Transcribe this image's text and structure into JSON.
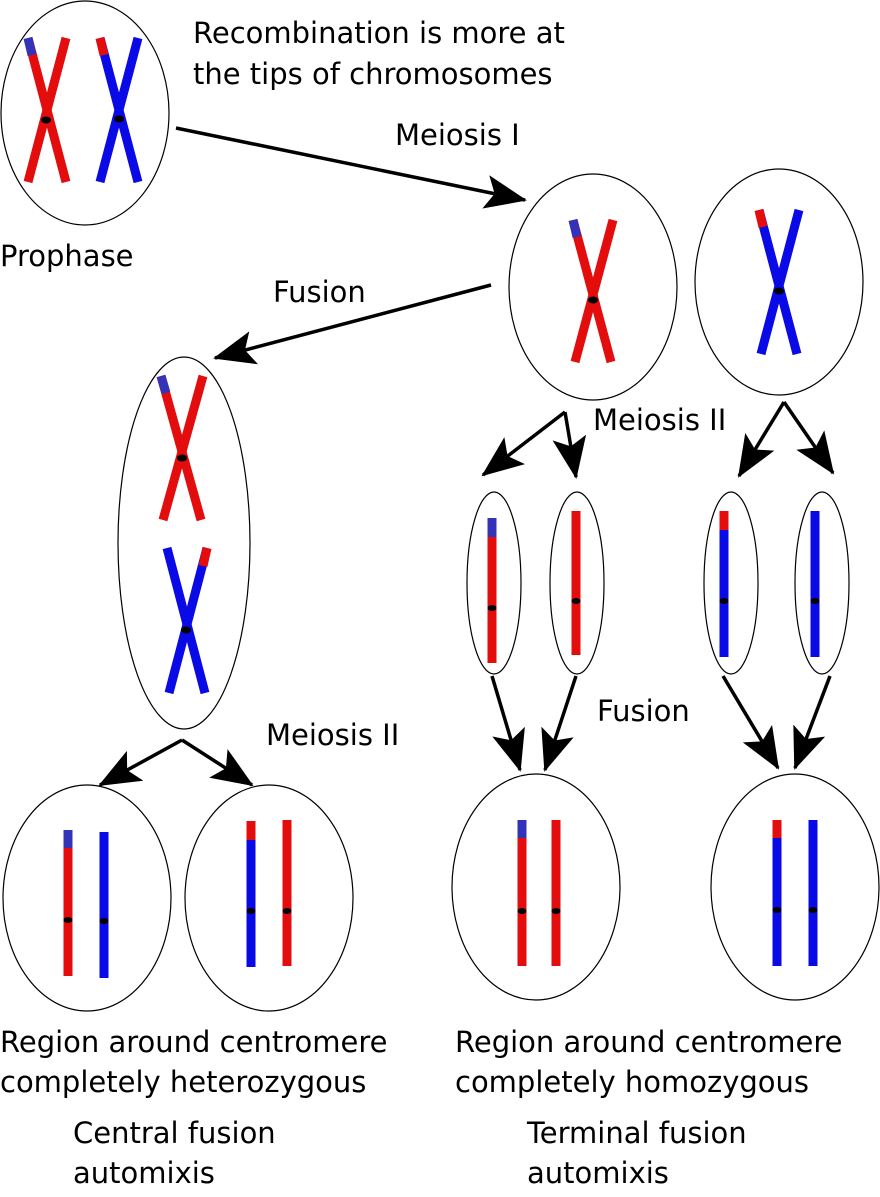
{
  "labels": {
    "recombination_line1": "Recombination is more at",
    "recombination_line2": "the tips of chromosomes",
    "meiosis_1": "Meiosis I",
    "prophase": "Prophase",
    "fusion_left": "Fusion",
    "meiosis_2_right": "Meiosis II",
    "meiosis_2_left": "Meiosis II",
    "fusion_right": "Fusion",
    "central_region_line1": "Region around centromere",
    "central_region_line2": "completely heterozygous",
    "central_title_line1": "Central fusion",
    "central_title_line2": "automixis",
    "terminal_region_line1": "Region around centromere",
    "terminal_region_line2": "completely homozygous",
    "terminal_title_line1": "Terminal fusion",
    "terminal_title_line2": "automixis"
  },
  "colors": {
    "maternal": "#e30d0d",
    "paternal": "#0a0ae6",
    "recombined_tip": "#3333b8"
  }
}
